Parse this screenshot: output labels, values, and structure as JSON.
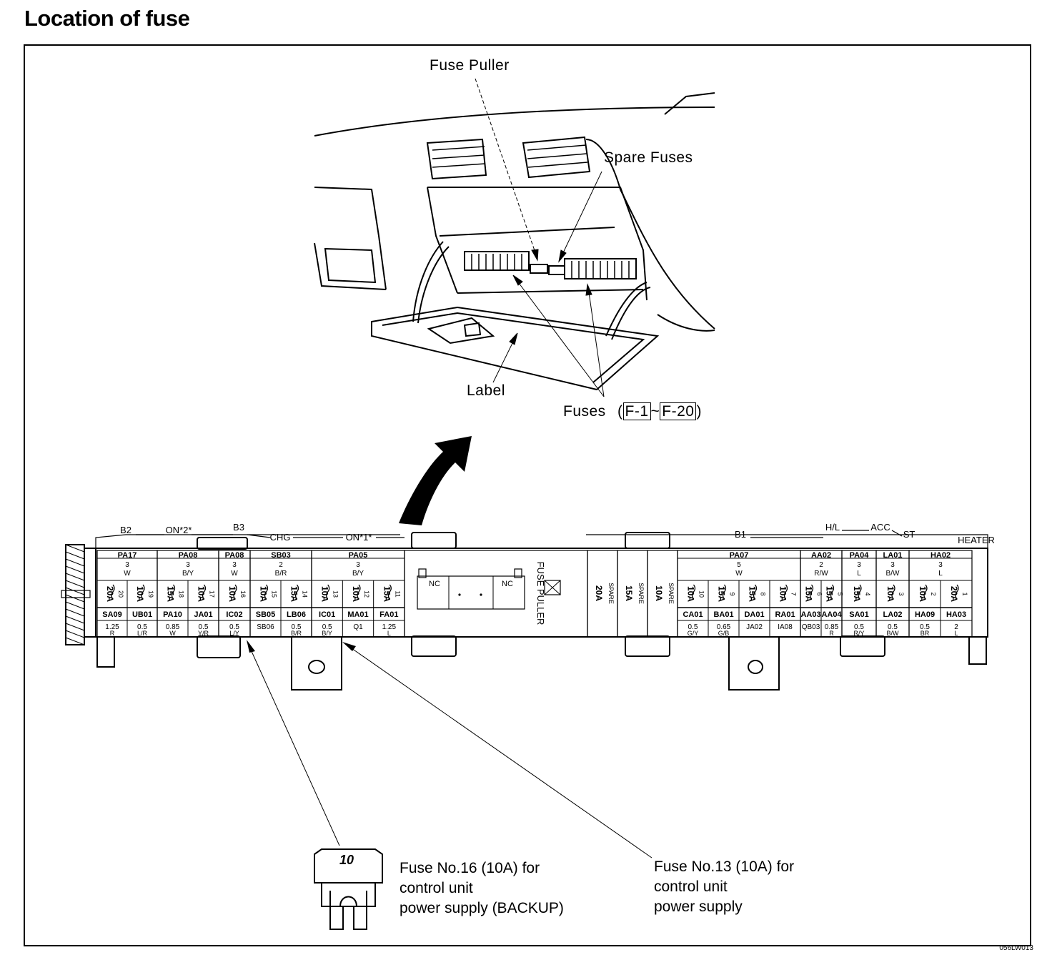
{
  "title": "Location of fuse",
  "drawing_code": "056LW013",
  "glovebox_view": {
    "fuse_puller_label": "Fuse Puller",
    "spare_fuses_label": "Spare Fuses",
    "label_label": "Label",
    "fuses_label": "Fuses",
    "fuse_range_start": "F-1",
    "fuse_range_sep": "~",
    "fuse_range_end": "F-20"
  },
  "fuse_block": {
    "group_labels": [
      "B2",
      "ON*2*",
      "B3",
      "CHG",
      "ON*1*",
      "B1",
      "H/L",
      "ACC",
      "ST",
      "HEATER"
    ],
    "puller_text": "FUSE PULLER",
    "nc_label": "NC",
    "spare_label": "SPARE",
    "left_columns": [
      {
        "code": "PA17",
        "pins": "3",
        "color": "W",
        "fuses": [
          {
            "a": "20A",
            "n": "20"
          },
          {
            "a": "10A",
            "n": "19"
          }
        ],
        "cells": [
          {
            "id": "SA09",
            "v": "1.25",
            "c": "R"
          },
          {
            "id": "UB01",
            "v": "0.5",
            "c": "L/R"
          }
        ]
      },
      {
        "code": "PA08",
        "pins": "3",
        "color": "B/Y",
        "fuses": [
          {
            "a": "15A",
            "n": "18"
          },
          {
            "a": "10A",
            "n": "17"
          }
        ],
        "cells": [
          {
            "id": "PA10",
            "v": "0.85",
            "c": "W"
          },
          {
            "id": "JA01",
            "v": "0.5",
            "c": "Y/R"
          }
        ]
      },
      {
        "code": "PA08",
        "pins": "3",
        "color": "W",
        "fuses": [
          {
            "a": "10A",
            "n": "16"
          }
        ],
        "cells": [
          {
            "id": "IC02",
            "v": "0.5",
            "c": "L/Y"
          }
        ]
      },
      {
        "code": "SB03",
        "pins": "2",
        "color": "B/R",
        "fuses": [
          {
            "a": "10A",
            "n": "15"
          },
          {
            "a": "15A",
            "n": "14"
          }
        ],
        "cells": [
          {
            "id": "SB05",
            "v": "SB06",
            "c": ""
          },
          {
            "id": "LB06",
            "v": "0.5",
            "c": "B/R"
          }
        ]
      },
      {
        "code": "PA05",
        "pins": "3",
        "color": "B/Y",
        "fuses": [
          {
            "a": "10A",
            "n": "13"
          },
          {
            "a": "10A",
            "n": "12"
          },
          {
            "a": "15A",
            "n": "11"
          }
        ],
        "cells": [
          {
            "id": "IC01",
            "v": "0.5",
            "c": "B/Y"
          },
          {
            "id": "MA01",
            "v": "Q1",
            "c": ""
          },
          {
            "id": "FA01",
            "v": "1.25",
            "c": "L"
          }
        ]
      }
    ],
    "spares": [
      "20A",
      "15A",
      "10A"
    ],
    "right_columns": [
      {
        "code": "PA07",
        "pins": "5",
        "color": "W",
        "fuses": [
          {
            "a": "10A",
            "n": "10"
          },
          {
            "a": "15A",
            "n": "9"
          },
          {
            "a": "15A",
            "n": "8"
          },
          {
            "a": "10A",
            "n": "7"
          }
        ],
        "cells": [
          {
            "id": "CA01",
            "v": "0.5",
            "c": "G/Y"
          },
          {
            "id": "BA01",
            "v": "0.65",
            "c": "G/B"
          },
          {
            "id": "DA01",
            "v": "JA02",
            "c": ""
          },
          {
            "id": "RA01",
            "v": "IA08",
            "c": ""
          }
        ]
      },
      {
        "code": "AA02",
        "pins": "2",
        "color": "R/W",
        "fuses": [
          {
            "a": "15A",
            "n": "6"
          },
          {
            "a": "15A",
            "n": "5"
          }
        ],
        "cells": [
          {
            "id": "AA03",
            "v": "QB03",
            "c": ""
          },
          {
            "id": "AA04",
            "v": "0.85",
            "c": "R"
          }
        ]
      },
      {
        "code": "PA04",
        "pins": "3",
        "color": "L",
        "fuses": [
          {
            "a": "15A",
            "n": "4"
          }
        ],
        "cells": [
          {
            "id": "SA01",
            "v": "0.5",
            "c": "R/Y"
          }
        ]
      },
      {
        "code": "LA01",
        "pins": "3",
        "color": "B/W",
        "fuses": [
          {
            "a": "10A",
            "n": "3"
          }
        ],
        "cells": [
          {
            "id": "LA02",
            "v": "0.5",
            "c": "B/W"
          }
        ]
      },
      {
        "code": "HA02",
        "pins": "3",
        "color": "L",
        "fuses": [
          {
            "a": "10A",
            "n": "2"
          },
          {
            "a": "20A",
            "n": "1"
          }
        ],
        "cells": [
          {
            "id": "HA09",
            "v": "0.5",
            "c": "BR"
          },
          {
            "id": "HA03",
            "v": "2",
            "c": "L"
          }
        ]
      }
    ]
  },
  "callouts": {
    "fuse16": "Fuse No.16 (10A) for\ncontrol unit\npower supply (BACKUP)",
    "fuse13": "Fuse No.13 (10A) for\ncontrol unit\npower supply",
    "fuse_icon_label": "10"
  }
}
